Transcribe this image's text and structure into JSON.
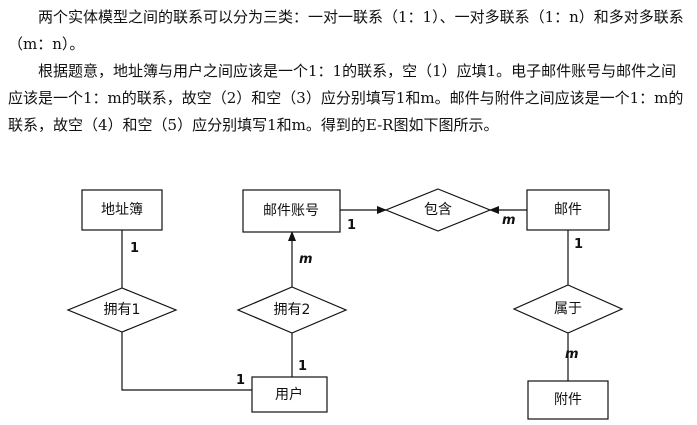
{
  "paragraphs": [
    "两个实体模型之间的联系可以分为三类：一对一联系（1：1）、一对多联系（1：n）和多对多联系（m：n）。",
    "根据题意，地址簿与用户之间应该是一个1：1的联系，空（1）应填1。电子邮件账号与邮件之间应该是一个1：m的联系，故空（2）和空（3）应分别填写1和m。邮件与附件之间应该是一个1：m的联系，故空（4）和空（5）应分别填写1和m。得到的E-R图如下图所示。"
  ],
  "diagram": {
    "entities": {
      "address_book": "地址簿",
      "email_account": "邮件账号",
      "mail": "邮件",
      "user": "用户",
      "attachment": "附件"
    },
    "relationships": {
      "own1": "拥有1",
      "own2": "拥有2",
      "contain": "包含",
      "belong": "属于"
    },
    "cardinalities": {
      "address_book_own1": "1",
      "user_own1": "1",
      "account_own2": "m",
      "user_own2": "1",
      "account_contain": "1",
      "mail_contain": "m",
      "mail_belong": "1",
      "attachment_belong": "m"
    }
  }
}
